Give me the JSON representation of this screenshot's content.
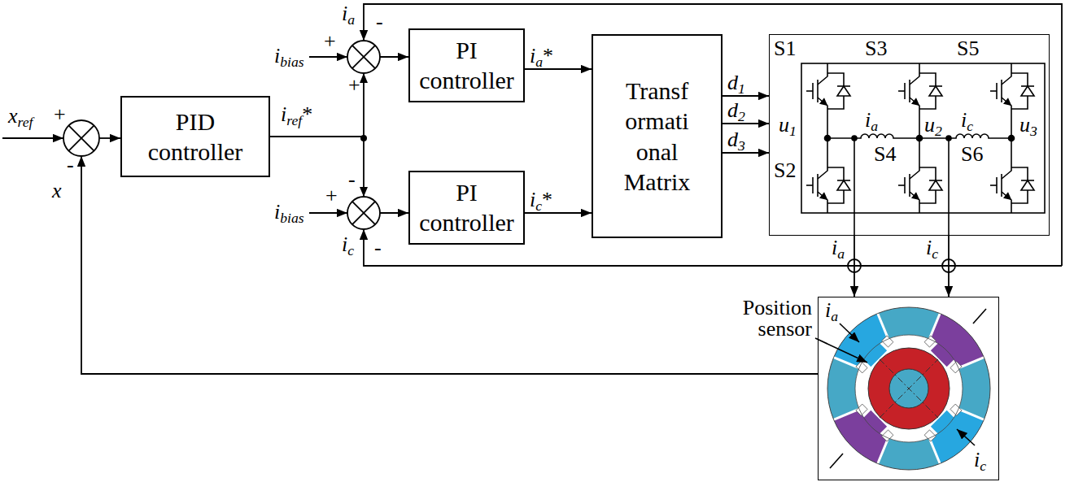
{
  "diagram": {
    "nodes": [
      {
        "text": [
          "PID controller"
        ]
      },
      {
        "text": [
          "PI controller"
        ]
      },
      {
        "text": [
          "PI controller"
        ]
      },
      {
        "text": [
          "Transf ormati onal Matrix"
        ]
      },
      {
        "text": [
          "S1",
          "S3",
          "S5",
          "S2",
          "S4",
          "S6",
          "u1",
          "u2",
          "u3",
          "ia",
          "ic"
        ]
      },
      {
        "text": [
          "ia",
          "ic"
        ]
      }
    ],
    "edges": [
      {
        "from": 0,
        "to": 1,
        "arrow": "to"
      },
      {
        "from": 0,
        "to": 2,
        "arrow": "to"
      },
      {
        "from": 1,
        "to": 3,
        "arrow": "to",
        "label": "ia*"
      },
      {
        "from": 2,
        "to": 3,
        "arrow": "to",
        "label": "ic*"
      },
      {
        "from": 3,
        "to": 4,
        "arrow": "to",
        "label": "d1"
      },
      {
        "from": 3,
        "to": 4,
        "arrow": "to",
        "label": "d2"
      },
      {
        "from": 3,
        "to": 4,
        "arrow": "to",
        "label": "d3"
      },
      {
        "from": 4,
        "to": 5,
        "arrow": "to"
      },
      {
        "from": 4,
        "to": 5,
        "arrow": "to"
      }
    ],
    "labels": [
      "xref",
      "+",
      "-",
      "x",
      "iref*",
      "ibias",
      "+",
      "+",
      "-",
      "ia",
      "ibias",
      "+",
      "-",
      "ic",
      "-",
      "ia",
      "ic",
      "Position sensor"
    ]
  }
}
